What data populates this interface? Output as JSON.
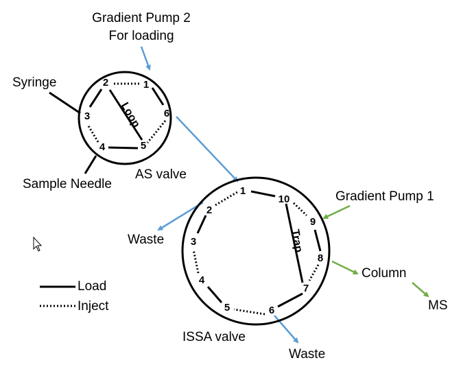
{
  "labels": {
    "pump2_line1": "Gradient Pump 2",
    "pump2_line2": "For loading",
    "syringe": "Syringe",
    "sample_needle": "Sample Needle",
    "as_valve": "AS valve",
    "loop": "Loop",
    "pump1": "Gradient Pump 1",
    "waste_left": "Waste",
    "waste_bottom": "Waste",
    "column": "Column",
    "ms": "MS",
    "trap": "Trap",
    "issa_valve": "ISSA valve",
    "legend_load": "Load",
    "legend_inject": "Inject"
  },
  "as_ports": [
    "1",
    "2",
    "3",
    "4",
    "5",
    "6"
  ],
  "issa_ports": [
    "1",
    "2",
    "3",
    "4",
    "5",
    "6",
    "7",
    "8",
    "9",
    "10"
  ],
  "colors": {
    "blue_arrow": "#5B9BD5",
    "green_arrow": "#70AD47",
    "line": "#000000"
  },
  "icons": {
    "cursor": "mouse-pointer-icon"
  }
}
